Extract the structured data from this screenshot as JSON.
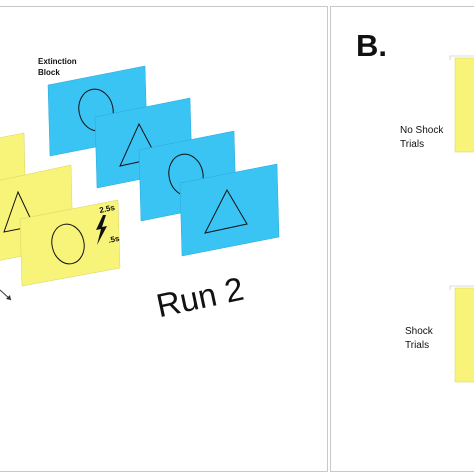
{
  "panel_b": {
    "letter": "B.",
    "groups": [
      {
        "label_line1": "No Shock",
        "label_line2": "Trials"
      },
      {
        "label_line1": "Shock",
        "label_line2": "Trials"
      }
    ]
  },
  "panel_a": {
    "block_label_line1": "Extinction",
    "block_label_line2": "Block",
    "run_label": "Run 2",
    "timing_top": "2.5s",
    "timing_bottom": ".5s"
  },
  "colors": {
    "blue_card": "#39c4f4",
    "yellow_card": "#f8f47a",
    "border": "#c8c8c8"
  },
  "icons": [
    "circle-shape-icon",
    "triangle-shape-icon",
    "lightning-bolt-icon",
    "arrow-icon"
  ]
}
